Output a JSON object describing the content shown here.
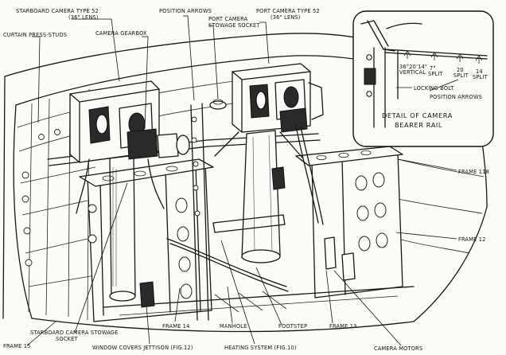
{
  "labels": {
    "starboard_camera_line1": "STARBOARD CAMERA TYPE 52",
    "starboard_camera_line2": "(36\" LENS)",
    "curtain_press_studs": "CURTAIN PRESS-STUDS",
    "camera_gearbox": "CAMERA GEARBOX",
    "position_arrows": "POSITION ARROWS",
    "port_camera_stowage_line1": "PORT CAMERA",
    "port_camera_stowage_line2": "STOWAGE SOCKET",
    "port_camera_line1": "PORT CAMERA TYPE 52",
    "port_camera_line2": "(36\" LENS)",
    "frame_118": "FRAME 118",
    "frame_12": "FRAME 12",
    "frame_14": "FRAME 14",
    "manhole": "MANHOLE",
    "footstep": "FOOTSTEP",
    "frame_13": "FRAME 13",
    "frame_15": "FRAME 15",
    "starboard_stowage_line1": "STARBOARD CAMERA STOWAGE",
    "starboard_stowage_line2": "SOCKET",
    "window_covers": "WINDOW COVERS JETTISON (FIG.12)",
    "heating_system": "HEATING SYSTEM (FIG.10)",
    "camera_motors": "CAMERA MOTORS"
  },
  "detail": {
    "title_line1": "DETAIL OF CAMERA",
    "title_line2": "BEARER RAIL",
    "locking_bolt": "LOCKING BOLT",
    "position_arrows": "POSITION ARROWS",
    "mark1_line1": "36°20'14\"",
    "mark1_line2": "VERTICAL",
    "mark2_line1": "7°",
    "mark2_line2": "SPLIT",
    "mark3_line1": "20",
    "mark3_line2": "SPLIT",
    "mark4_line1": "14",
    "mark4_line2": "SPLIT"
  }
}
